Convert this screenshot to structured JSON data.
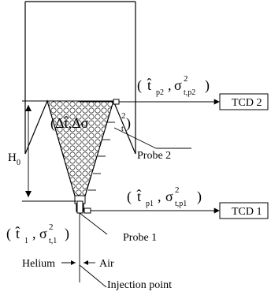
{
  "labels": {
    "tcd2": "TCD 2",
    "tcd1": "TCD 1",
    "probe2": "Probe 2",
    "probe1": "Probe 1",
    "h0": "H",
    "h0_sub": "0",
    "helium": "Helium",
    "air": "Air",
    "injection_point": "Injection point"
  },
  "math": {
    "probe2_stats": {
      "open": "(",
      "t_hat": "t̂",
      "t_sub": "p2",
      "comma": ",",
      "sigma": "σ",
      "sigma_sup": "2",
      "sigma_sub": "t,p2",
      "close": ")"
    },
    "probe1_stats": {
      "open": "(",
      "t_hat": "t̂",
      "t_sub": "p1",
      "comma": ",",
      "sigma": "σ",
      "sigma_sup": "2",
      "sigma_sub": "t,p1",
      "close": ")"
    },
    "injection_stats": {
      "open": "(",
      "t_hat": "t̂",
      "t_sub": "1",
      "comma": ",",
      "sigma": "σ",
      "sigma_sup": "2",
      "sigma_sub": "t,1",
      "close": ")"
    },
    "bed_delta": {
      "text": "(Δt̂,Δσ",
      "sup": "2",
      "sub": "t",
      "close": ")"
    }
  }
}
